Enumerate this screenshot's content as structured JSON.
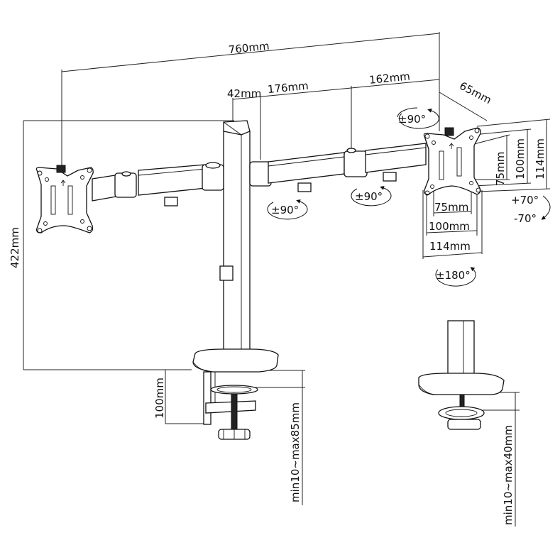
{
  "diagram": {
    "subject": "Dual monitor desk mount arm",
    "dimensions": {
      "overall_width": "760mm",
      "pole_width": "42mm",
      "arm_inner_segment": "176mm",
      "arm_outer_segment": "162mm",
      "vesa_plate_depth": "65mm",
      "overall_height": "422mm",
      "clamp_height": "100mm",
      "vesa_vertical_75": "75mm",
      "vesa_vertical_100": "100mm",
      "plate_height_114": "114mm",
      "vesa_horizontal_75": "75mm",
      "vesa_horizontal_100": "100mm",
      "plate_width_114": "114mm",
      "clamp_desk_thickness": "min10~max85mm",
      "grommet_desk_thickness": "min10~max40mm"
    },
    "rotations": {
      "head_swivel": "±90°",
      "arm_swivel_left": "±90°",
      "arm_swivel_right": "±90°",
      "tilt_up": "+70°",
      "tilt_down": "-70°",
      "rotation": "±180°"
    }
  }
}
